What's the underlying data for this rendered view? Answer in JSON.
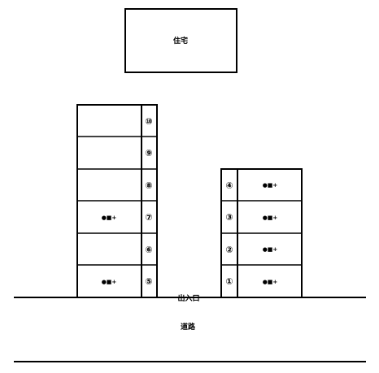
{
  "house_label": "住宅",
  "entrance_label": "出入口",
  "road_label": "道路",
  "left_block": {
    "slots": [
      {
        "number": "⑩",
        "mark": ""
      },
      {
        "number": "⑨",
        "mark": ""
      },
      {
        "number": "⑧",
        "mark": ""
      },
      {
        "number": "⑦",
        "mark": "●■+"
      },
      {
        "number": "⑥",
        "mark": ""
      },
      {
        "number": "⑤",
        "mark": "●■+"
      }
    ]
  },
  "right_block": {
    "slots": [
      {
        "number": "④",
        "mark": "●■+"
      },
      {
        "number": "③",
        "mark": "●■+"
      },
      {
        "number": "②",
        "mark": "●■+"
      },
      {
        "number": "①",
        "mark": "●■+"
      }
    ]
  }
}
